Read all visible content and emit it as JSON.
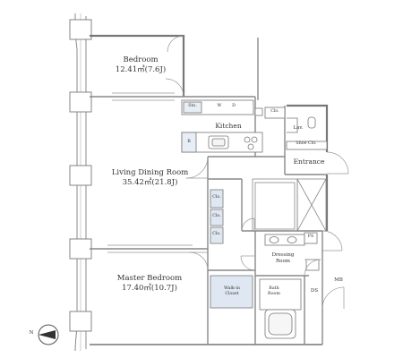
{
  "rooms": {
    "bedroom": {
      "name": "Bedroom",
      "area": "12.41㎡(7.6J)"
    },
    "living": {
      "name": "Living Dining Room",
      "area": "35.42㎡(21.8J)"
    },
    "master": {
      "name": "Master Bedroom",
      "area": "17.40㎡(10.7J)"
    },
    "kitchen": "Kitchen",
    "entrance": "Entrance",
    "lav": "Lav.",
    "shoe": "Shoe Clo.",
    "dressing": {
      "line1": "Dressing",
      "line2": "Room"
    },
    "bath": {
      "line1": "Bath",
      "line2": "Room"
    },
    "walkin": {
      "line1": "Walk-in",
      "line2": "Closet"
    },
    "ds": "DS",
    "mb": "MB",
    "ps": "PS"
  },
  "fixtures": {
    "sto": "Sto.",
    "w": "W",
    "d": "D",
    "r": "R",
    "clo_entry": "Clo.",
    "clo1": "Clo.",
    "clo2": "Clo.",
    "clo3": "Clo."
  },
  "compass": {
    "north": "N"
  },
  "colors": {
    "wall": "#7a7a7a",
    "line": "#666666",
    "fixture_fill": "#dfe8f2",
    "window": "#9a9a9a"
  }
}
